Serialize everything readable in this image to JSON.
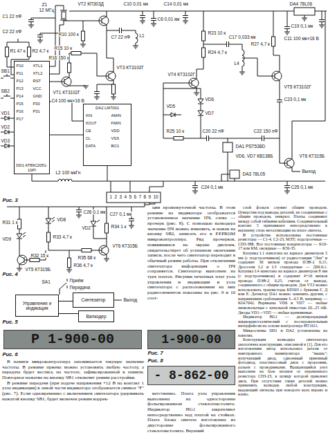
{
  "diagram": {
    "nodes": [
      {
        "text": [
          "DD1 AT89C2051-10PI"
        ]
      },
      {
        "text": [
          "DA2 LM7001"
        ]
      },
      {
        "text": [
          "Управление и индикация"
        ]
      },
      {
        "text": [
          "Синтезатор"
        ]
      },
      {
        "text": [
          "Валкодер"
        ]
      },
      {
        "text": [
          "P 1-900-00"
        ]
      },
      {
        "text": [
          "1-900-00"
        ]
      },
      {
        "text": [
          "- 8-862-00"
        ]
      }
    ],
    "edges": [
      {
        "from": 0,
        "to": 1,
        "arrow": "none"
      },
      {
        "from": 2,
        "to": 3,
        "arrow": "none"
      },
      {
        "from": 4,
        "to": 2,
        "arrow": "none"
      }
    ],
    "labels": [
      "Z1",
      "12 МГц",
      "C1 22 пФ",
      "C2 22 пФ",
      "R1 47 к",
      "R2 4,7 к",
      "SB1",
      "SB2",
      "VD1",
      "VD2",
      "VD3",
      "VT2 КП303Д",
      "C10 0,01 мк",
      "C14 0,01 мк",
      "DA4 78L06",
      "C11 100 мк×16 В",
      "R10 100 к",
      "R15 10 к",
      "R16 150 к",
      "VT1 КТ3102Г",
      "C7 22 пФ",
      "L1",
      "C6 0,01 мк",
      "VT3 КТ3102Г",
      "C4 100 мк×16 В",
      "R23 10 к",
      "R24 4,7 к",
      "C17 0,033 мк",
      "VT4 КТ3102Г",
      "R27 4,7 к",
      "L4",
      "C19 0,1 мк",
      "VT5 КТ3102Г",
      "VD6",
      "VD7",
      "VD5",
      "C20 22 пФ",
      "R25 10 к",
      "C22 150 пФ",
      "C23 0,1 мк",
      "VT6 КТ315Б",
      "DA1 PST538D",
      "VD6, VD7 КВ138Б",
      "DA3 78L05",
      "L2 100 мкГн",
      "C24 0,1 мк",
      "C25 0,1 мк",
      "1",
      "2",
      "3",
      "4",
      "5",
      "6",
      "7",
      "8",
      "9",
      "10",
      "Выход",
      "Рис. 3",
      "P10",
      "P11",
      "P12",
      "P13",
      "P14",
      "P15",
      "P16",
      "P17",
      "XTL1",
      "XTL2",
      "RST",
      "VCC",
      "GND",
      "P30",
      "P31",
      "XIN",
      "XOUT",
      "CE",
      "CL",
      "DATA",
      "AMIN",
      "FMIN",
      "VDD",
      "VSS",
      "BO1",
      "C26 0,1 мк",
      "R31 1 к",
      "VD9",
      "R32 15 к",
      "VT5 КТ315Б",
      "VD8",
      "R33 4,7 к",
      "VD2",
      "R34 1 к",
      "R35 68 к",
      "R36 4,7 к",
      "VT6 КТ315Б",
      "C27 0,1 мк",
      "Рис. 4",
      "SA1",
      "Приём",
      "Передача",
      "Выход",
      "Рис. 5",
      "Рис. 6",
      "Рис. 7",
      "Рис. 8",
      "ции промежуточной частоты. В этом режиме на индикаторе отображается установленное значение ПЧ, слева — прочерк (рис. 8). С помощью валкодера значение ПЧ можно изменить, и нажав на кнопку SB2, записать его в EEPROM микроконтроллера. Ряд прочерков, появившихся на экране дисплея, свидетельствует об успешном окончании записи, после чего синтезатор переходит в обычный режим работы. При отключении синтезатора информация о ПЧ сохраняется. Синтезатор выполнен на трех платах. Рисунки печатных плат узла управления и индикации и узла синтезатора с расположением на них радиоэлементов показаны на рис. 9 и 10 соот-",
      "В памяти микроконтроллера запоминается текущее значение частоты. В режиме приема можно установить любую частоту, а передача будет вестись на частоте, зафиксированной в памяти. Повторное нажатие на кнопку SB1 отключит режим расстройки.",
      "В режиме передачи (при подаче напряжения +12 В на контакт 1 узла индикации) в левой части индикатора отображается символ \"F\" (рис. 7). Если одновременно с включением синтезатора удерживать нажатой кнопку SB1, будет включен режим коррек-",
      "ветственно. Плата узла управления выполнена на односторонне фольгированном стеклотекстолите. Индикатор HG1 закрепляют непосредственно над платой на стойках. Плата блока синтеза изготовлена из двусторонне фольгированного стеклотекстолита. Верхний",
      "слой фольги служит общим проводом. Отверстия под выводы деталей, не соединенные с общим проводом, зенкуют. Платы соединяют между собой гибкими кабелями. Соединительный контакт 5 припаивают непосредственно к верхнему слою металлизации на плате синтеза.",
      "В устройстве использованы постоянные резисторы — С1-4, С2-23, МЛТ; подстроечные — СПЗ-38Б. Все постоянные конденсаторы — К10-17 или КМ, оксидные — К50-35.",
      "Катушка L1 намотана на каркасе диаметром 5 мм (с подстроечником) от радиостанции \"Лен\" и содержит 30 витков провода ПЭВ-2 0,15. Дроссели L2 и L3 стандартные — ДМ-0,1. Катушка L4 намотана на каркасе диаметром 8 мм (с подстроечником) и содержит 4+16 витков провода ПЭВ-2 0,25, считая от вывода, соединенного с общим проводом. Для VT2 можно использовать транзисторы КП303 с буквами Г, Д или Е. Детектор DA1 можно заменить другим, с напряжением срабатывания 3...4,5 В, например — KIA7042. Варикапы VD6 и VD7 — любые низковольтные с начальной емкостью 20...25 пФ. Диоды VD1—VD5 — любые кремниевые.",
      "Индикатор HG1 — десятиразрядный жидкокристаллический с последовательным интерфейсом на основе контроллера HT1611.",
      "Микросхемы DD1 и DA2 установлены на панелях.",
      "Конструкция валкодера синтезатора аналогична конструкции, описанной в [1]. Для его изготовления автор использовал детали от неисправного манипулятора \"мышь\": излучающий диод, сдвоенный приемный фотодиод, пластмассовый диск с прорезями, разъем с проводниками. Вращающийся узел выполнен на базе штанги от переменного резистора СПЗ-23, к шлицу которой приклеил диск. При отсутствии таких деталей можно применить валкодер любой конструкции, выдающий сигналы при повороте вала вправо и влево."
    ]
  }
}
